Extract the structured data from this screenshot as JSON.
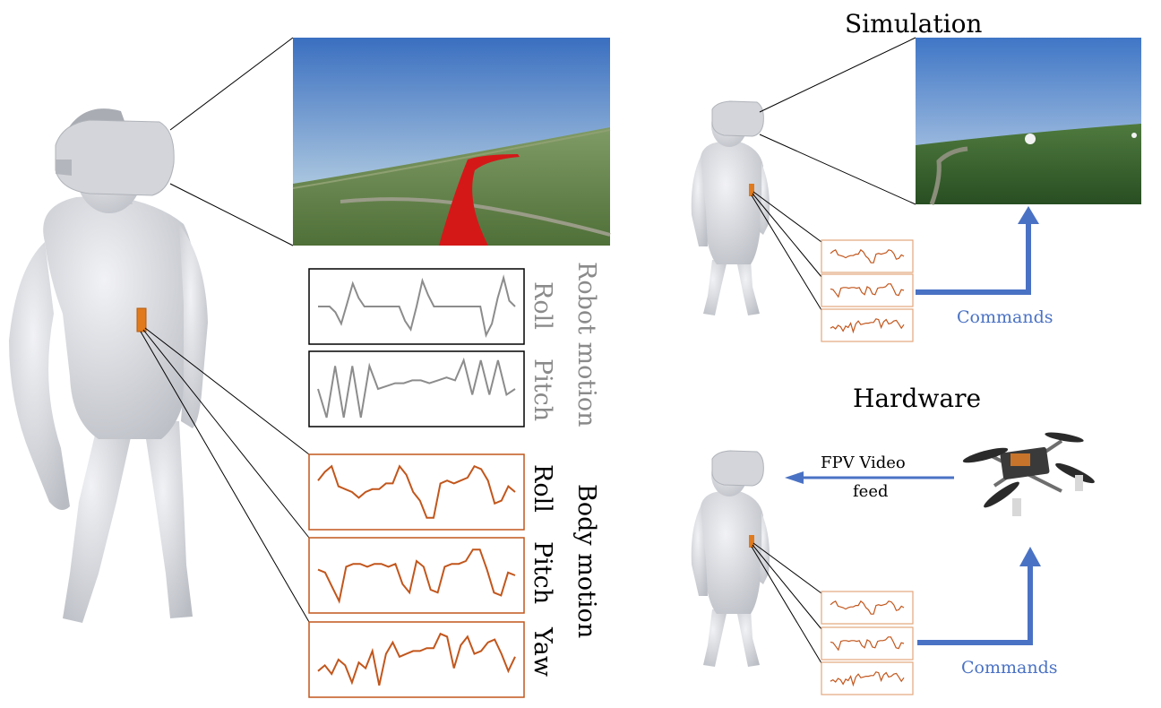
{
  "labels": {
    "simulation_title": "Simulation",
    "hardware_title": "Hardware",
    "commands_top": "Commands",
    "commands_bottom": "Commands",
    "fpv_line1": "FPV Video",
    "fpv_line2": "feed",
    "robot_motion": "Robot motion",
    "body_motion": "Body motion",
    "robot_roll": "Roll",
    "robot_pitch": "Pitch",
    "body_roll": "Roll",
    "body_pitch": "Pitch",
    "body_yaw": "Yaw"
  },
  "colors": {
    "robot_signal": "#8c8c8c",
    "body_signal": "#c2561c",
    "arrow": "#4a72c4",
    "sky_top": "#3f74c4",
    "sky_bottom": "#d8e4ee",
    "terrain": "#5d7d45",
    "path": "#d41818",
    "figure": "#d9dbe0"
  },
  "signals": {
    "robot_roll": [
      0,
      0,
      0,
      -0.2,
      -0.6,
      0.1,
      0.8,
      0.3,
      0,
      0,
      0,
      0,
      0,
      0,
      0,
      -0.5,
      -0.8,
      0,
      0.9,
      0.4,
      0,
      0,
      0,
      0,
      0,
      0,
      0,
      0,
      0,
      -1,
      -0.6,
      0.3,
      1,
      0.2,
      0
    ],
    "robot_pitch": [
      0,
      -1,
      0.8,
      -1,
      0.8,
      -1,
      0.8,
      0,
      0.1,
      0.2,
      0.2,
      0.3,
      0.3,
      0.2,
      0.3,
      0.4,
      0.3,
      1,
      -0.2,
      1,
      -0.2,
      1,
      -0.2,
      0
    ],
    "body_roll": [
      0.4,
      0.7,
      0.9,
      0.2,
      0.1,
      0,
      -0.2,
      0,
      0.1,
      0.1,
      0.3,
      0.3,
      0.9,
      0.6,
      0,
      -0.3,
      -0.9,
      -0.9,
      0.3,
      0.4,
      0.3,
      0.4,
      0.5,
      0.9,
      0.8,
      0.4,
      -0.4,
      -0.3,
      0.2,
      0
    ],
    "body_pitch": [
      0.2,
      0.1,
      -0.4,
      -0.9,
      0.3,
      0.4,
      0.4,
      0.3,
      0.4,
      0.4,
      0.3,
      0.4,
      -0.3,
      -0.6,
      0.5,
      0.3,
      -0.5,
      -0.6,
      0.3,
      0.4,
      0.4,
      0.5,
      0.9,
      0.9,
      0.2,
      -0.6,
      -0.7,
      0.1,
      0
    ],
    "body_yaw": [
      -0.4,
      -0.2,
      -0.5,
      0,
      -0.2,
      -0.8,
      -0.1,
      -0.3,
      0.3,
      -0.9,
      0.2,
      0.6,
      0.1,
      0.2,
      0.3,
      0.3,
      0.4,
      0.4,
      0.9,
      0.8,
      -0.3,
      0.5,
      0.8,
      0.2,
      0.3,
      0.6,
      0.7,
      0.2,
      -0.4,
      0.1
    ]
  }
}
